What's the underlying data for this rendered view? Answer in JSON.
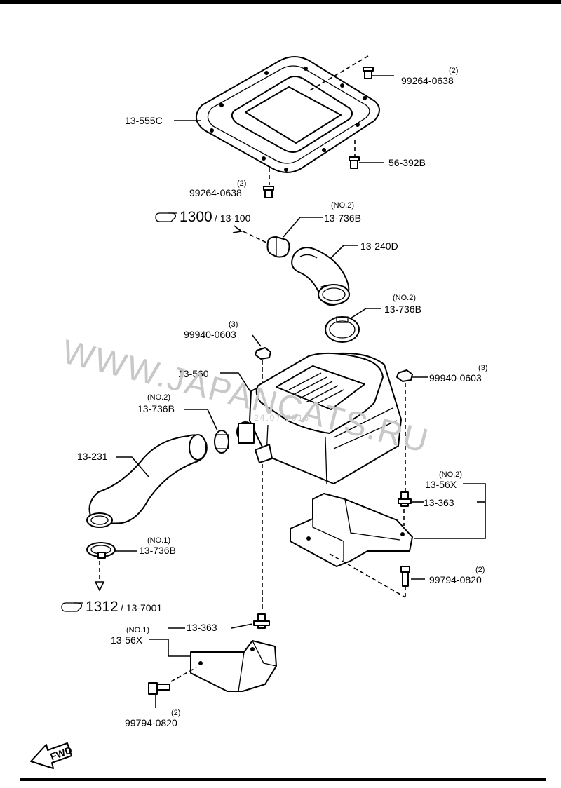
{
  "labels": {
    "p_99264_top": "99264-0638",
    "p_99264_top_qty": "(2)",
    "p_13555c": "13-555C",
    "p_56392b": "56-392B",
    "p_99264_bot": "99264-0638",
    "p_99264_bot_qty": "(2)",
    "ref_1300": "1300",
    "ref_1300_sub": "/ 13-100",
    "p_13736b_a_qty": "(NO.2)",
    "p_13736b_a": "13-736B",
    "p_13240d": "13-240D",
    "p_13736b_b_qty": "(NO.2)",
    "p_13736b_b": "13-736B",
    "p_99940_left_qty": "(3)",
    "p_99940_left": "99940-0603",
    "p_13560": "13-560",
    "p_99940_right_qty": "(3)",
    "p_99940_right": "99940-0603",
    "p_13736b_c_qty": "(NO.2)",
    "p_13736b_c": "13-736B",
    "p_13231": "13-231",
    "p_1356x_r_qty": "(NO.2)",
    "p_1356x_r": "13-56X",
    "p_13363_r": "13-363",
    "p_13736b_d_qty": "(NO.1)",
    "p_13736b_d": "13-736B",
    "p_99794_r_qty": "(2)",
    "p_99794_r": "99794-0820",
    "ref_1312": "1312",
    "ref_1312_sub": "/ 13-7001",
    "p_13363_b": "13-363",
    "p_1356x_b_qty": "(NO.1)",
    "p_1356x_b": "13-56X",
    "p_99794_b_qty": "(2)",
    "p_99794_b": "99794-0820",
    "fwd": "FWD"
  },
  "watermark": {
    "site": "WWW.JAPANCATS.RU",
    "date": "24.07.2016"
  },
  "icons": [
    "hand-pointer-icon",
    "fwd-arrow-icon"
  ]
}
